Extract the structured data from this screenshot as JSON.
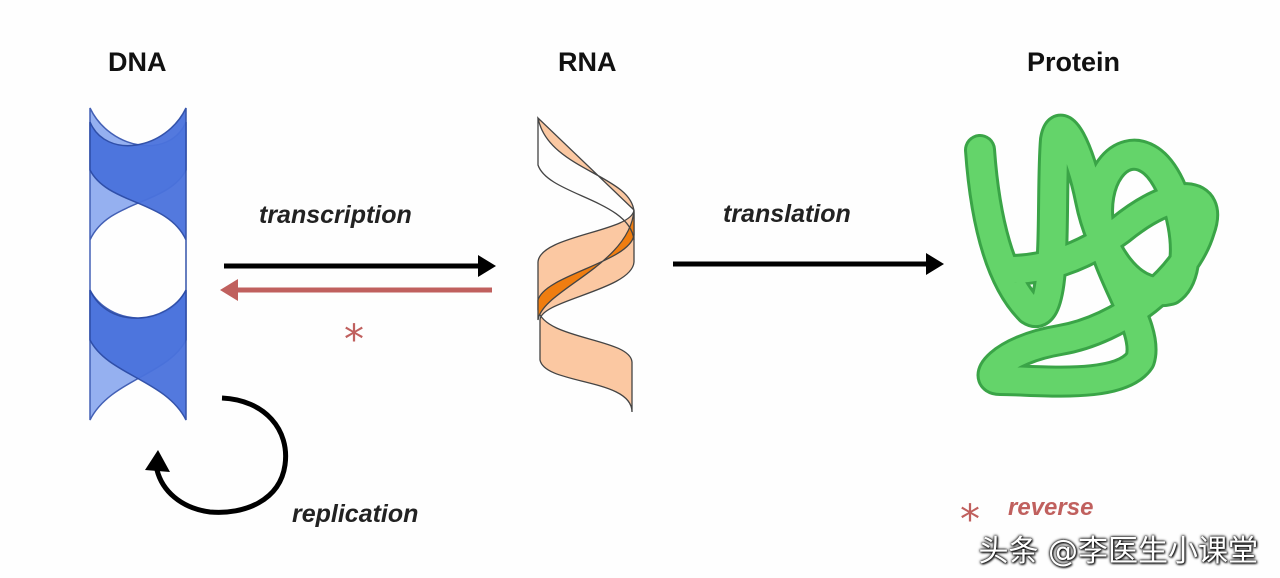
{
  "titles": {
    "dna": "DNA",
    "rna": "RNA",
    "protein": "Protein"
  },
  "processes": {
    "transcription": "transcription",
    "translation": "translation",
    "replication": "replication"
  },
  "markers": {
    "reverse_star": "*"
  },
  "legend": {
    "star": "*",
    "text": "reverse"
  },
  "watermark": "头条 @李医生小课堂",
  "colors": {
    "dna": "#4a72dd",
    "rna_light": "#fbc8a2",
    "rna_dark": "#ef7d10",
    "protein": "#64d46a",
    "protein_outline": "#3aa447",
    "reverse_arrow": "#c0605e",
    "arrow": "#000000"
  }
}
